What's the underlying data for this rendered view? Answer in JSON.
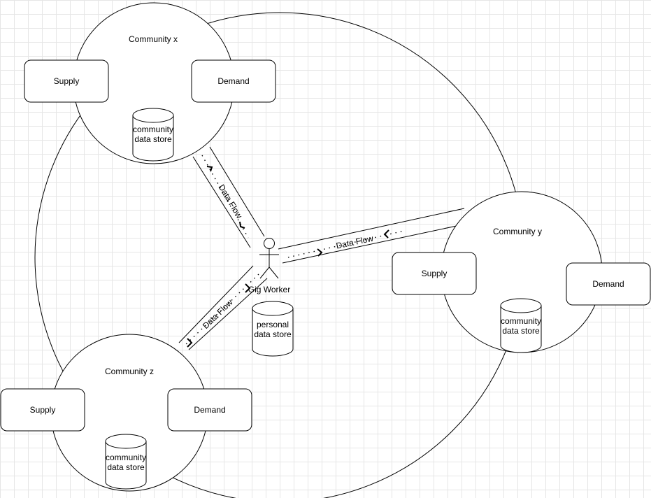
{
  "community_x": {
    "title": "Community x",
    "supply": "Supply",
    "demand": "Demand",
    "store_line1": "community",
    "store_line2": "data store"
  },
  "community_y": {
    "title": "Community y",
    "supply": "Supply",
    "demand": "Demand",
    "store_line1": "community",
    "store_line2": "data store"
  },
  "community_z": {
    "title": "Community z",
    "supply": "Supply",
    "demand": "Demand",
    "store_line1": "community",
    "store_line2": "data store"
  },
  "gig_worker": {
    "label": "Gig Worker",
    "store_line1": "personal",
    "store_line2": "data store"
  },
  "flows": {
    "x": "Data Flow",
    "y": "Data Flow",
    "z": "Data Flow"
  }
}
